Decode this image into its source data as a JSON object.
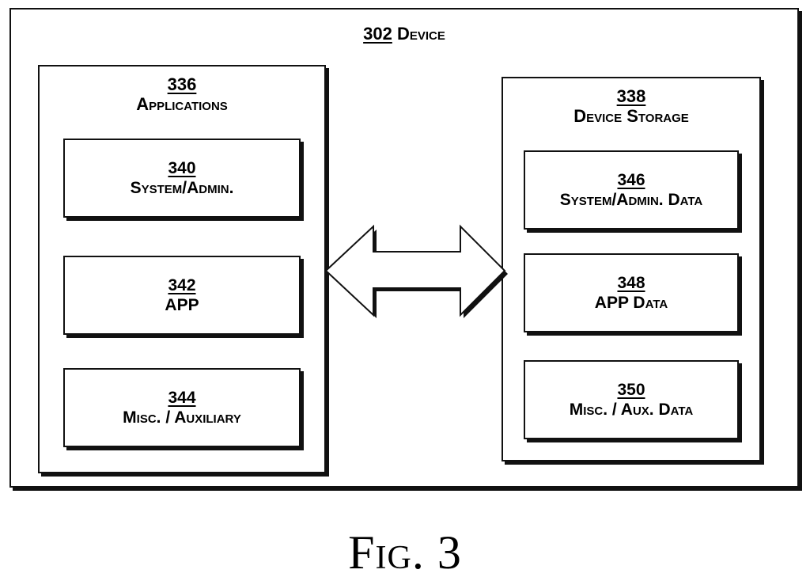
{
  "device": {
    "ref": "302",
    "label": "Device"
  },
  "applications": {
    "ref": "336",
    "label": "Applications",
    "items": [
      {
        "ref": "340",
        "label": "System/Admin."
      },
      {
        "ref": "342",
        "label": "APP"
      },
      {
        "ref": "344",
        "label": "Misc. / Auxiliary"
      }
    ]
  },
  "storage": {
    "ref": "338",
    "label": "Device Storage",
    "items": [
      {
        "ref": "346",
        "label": "System/Admin. Data"
      },
      {
        "ref": "348",
        "label": "APP Data"
      },
      {
        "ref": "350",
        "label": "Misc. / Aux. Data"
      }
    ]
  },
  "connector": {
    "icon": "double-arrow-icon"
  },
  "figure_caption": "Fig. 3"
}
